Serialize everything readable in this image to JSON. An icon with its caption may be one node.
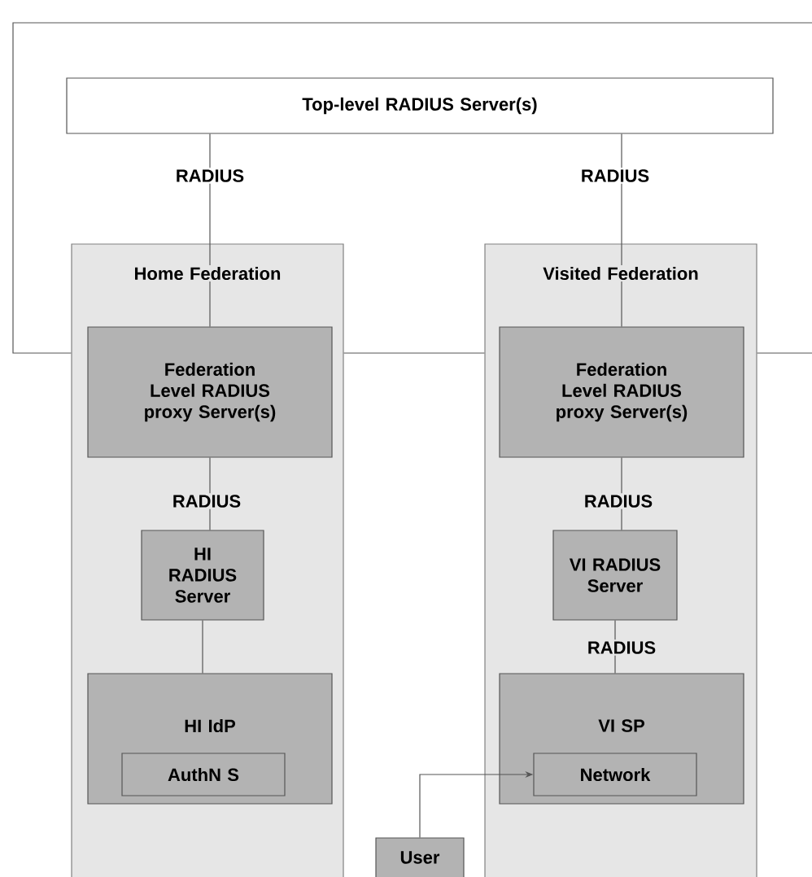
{
  "diagram": {
    "nodes": [
      {
        "text": [
          "Top-level RADIUS Server(s)"
        ]
      },
      {
        "text": [
          "Home Federation"
        ]
      },
      {
        "text": [
          "Federation Level RADIUS proxy Server(s)"
        ],
        "in": 1
      },
      {
        "text": [
          "HI RADIUS Server"
        ],
        "in": 1
      },
      {
        "text": [
          "HI IdP"
        ],
        "in": 1
      },
      {
        "text": [
          "AuthN S"
        ],
        "in": 4
      },
      {
        "text": [
          "Visited Federation"
        ]
      },
      {
        "text": [
          "Federation Level RADIUS proxy Server(s)"
        ],
        "in": 6
      },
      {
        "text": [
          "VI RADIUS Server"
        ],
        "in": 6
      },
      {
        "text": [
          "VI SP"
        ],
        "in": 6
      },
      {
        "text": [
          "Network"
        ],
        "in": 9
      },
      {
        "text": [
          "User"
        ]
      }
    ],
    "edges": [
      {
        "from": 0,
        "to": 2,
        "arrow": "none",
        "label": "RADIUS"
      },
      {
        "from": 0,
        "to": 7,
        "arrow": "none",
        "label": "RADIUS"
      },
      {
        "from": 2,
        "to": 3,
        "arrow": "none",
        "label": "RADIUS"
      },
      {
        "from": 3,
        "to": 4,
        "arrow": "none"
      },
      {
        "from": 7,
        "to": 8,
        "arrow": "none",
        "label": "RADIUS"
      },
      {
        "from": 8,
        "to": 9,
        "arrow": "none",
        "label": "RADIUS"
      },
      {
        "from": 11,
        "to": 10,
        "arrow": "to"
      },
      {
        "from": 1,
        "to": 6,
        "arrow": "none"
      },
      {
        "from": 1,
        "to": null,
        "arrow": "none"
      },
      {
        "from": 6,
        "to": null,
        "arrow": "none"
      }
    ]
  }
}
